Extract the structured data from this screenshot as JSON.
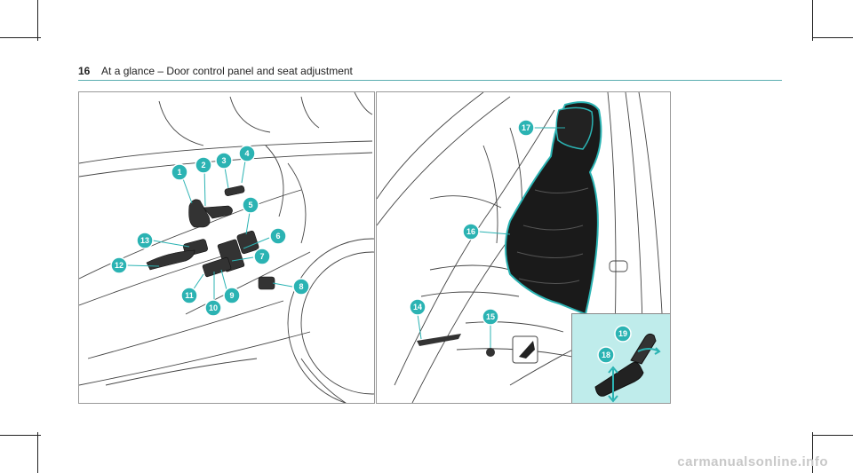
{
  "header": {
    "page_number": "16",
    "title": "At a glance – Door control panel and seat adjustment"
  },
  "callouts_left": [
    "1",
    "2",
    "3",
    "4",
    "5",
    "6",
    "7",
    "8",
    "9",
    "10",
    "11",
    "12",
    "13"
  ],
  "callouts_right": [
    "14",
    "15",
    "16",
    "17"
  ],
  "callouts_inset": [
    "18",
    "19"
  ],
  "watermark": "carmanualsonline.info",
  "colors": {
    "accent": "#2bb3b3",
    "inset_bg": "#bfeceb",
    "rule": "#5aaeb0"
  }
}
